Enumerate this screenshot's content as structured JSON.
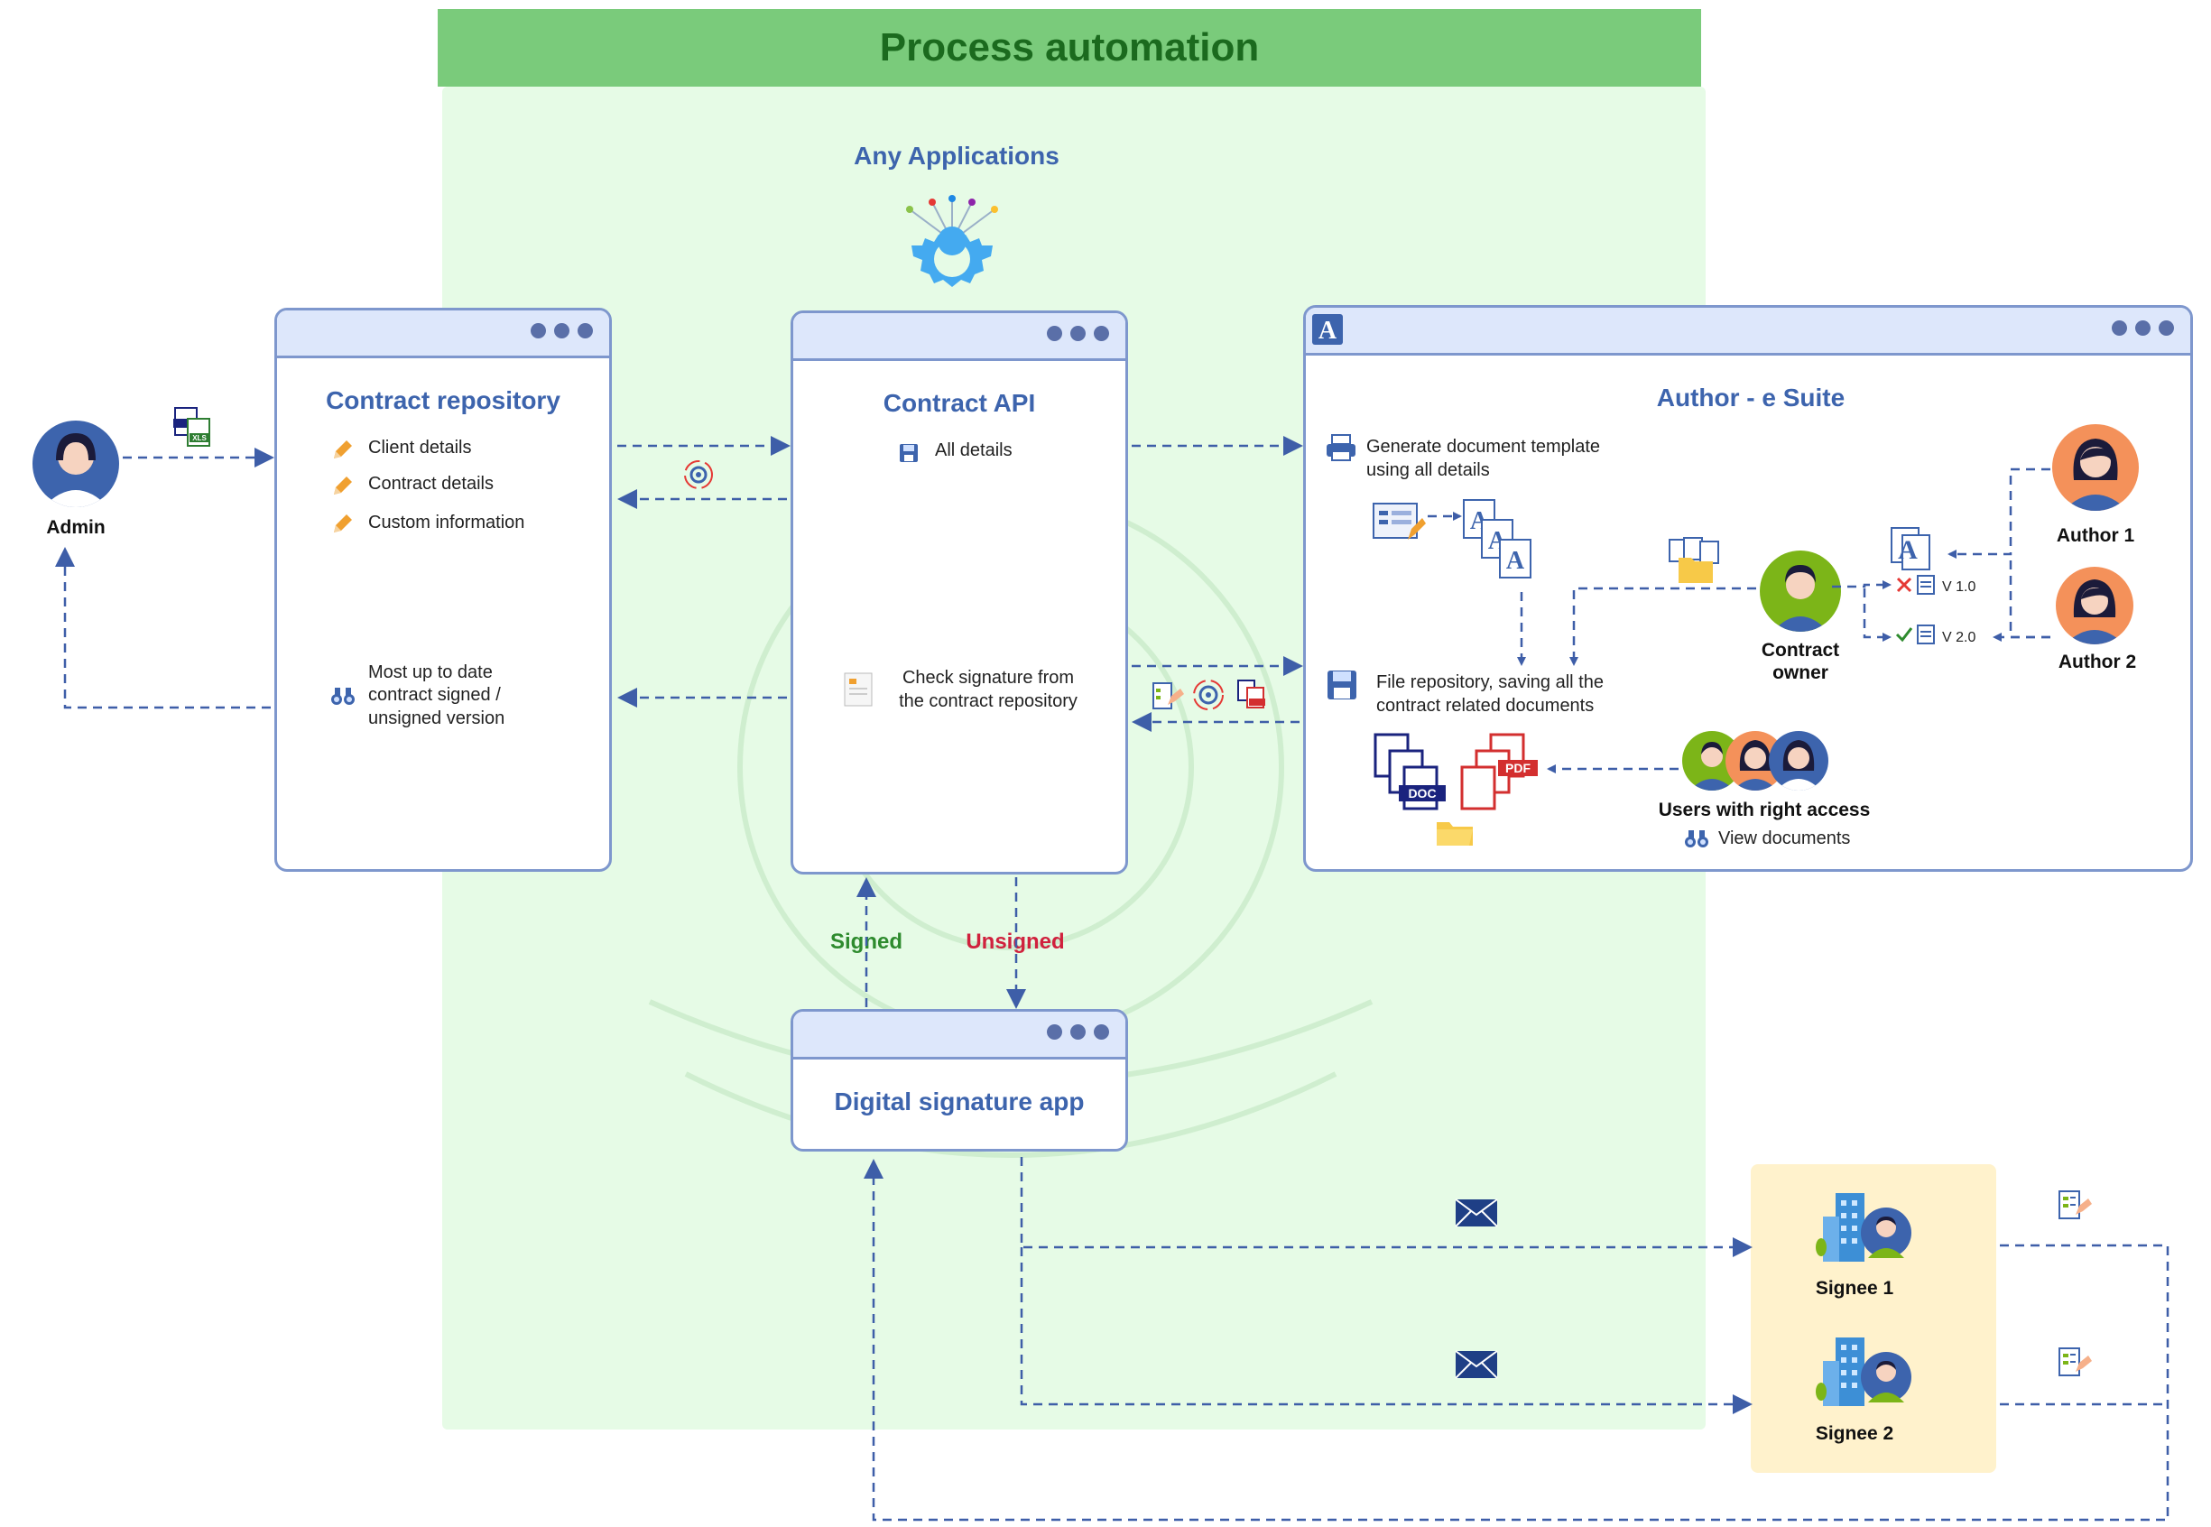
{
  "banner": {
    "title": "Process automation"
  },
  "any_apps": {
    "label": "Any Applications"
  },
  "admin": {
    "label": "Admin"
  },
  "contract_repository": {
    "title": "Contract repository",
    "items": [
      "Client details",
      "Contract details",
      "Custom information"
    ],
    "status_line1": "Most up to date",
    "status_line2": "contract signed /",
    "status_line3": "unsigned version"
  },
  "contract_api": {
    "title": "Contract API",
    "all_details": "All details",
    "check_line1": "Check signature from",
    "check_line2": "the contract repository"
  },
  "author_suite": {
    "title": "Author - e Suite",
    "generate_line1": "Generate document template",
    "generate_line2": "using all details",
    "repo_line1": "File repository, saving all the",
    "repo_line2": "contract related documents",
    "contract_owner_line1": "Contract",
    "contract_owner_line2": "owner",
    "author1": "Author 1",
    "author2": "Author 2",
    "v1": "V 1.0",
    "v2": "V 2.0",
    "users_label": "Users with right access",
    "view_docs": "View documents",
    "doc_label": "DOC",
    "pdf_label": "PDF",
    "xls_label": "XLS"
  },
  "signature_app": {
    "title": "Digital signature app"
  },
  "flow_labels": {
    "signed": "Signed",
    "unsigned": "Unsigned"
  },
  "signees": {
    "signee1": "Signee 1",
    "signee2": "Signee 2"
  },
  "colors": {
    "banner": "#7acb7b",
    "banner_text": "#1b6a1e",
    "background_area": "#e6fbe6",
    "window_border": "#7e97cd",
    "titlebar": "#dde7fb",
    "title_blue": "#3d64ad",
    "arrow": "#3e5ea8",
    "signed": "#2e8b2e",
    "unsigned": "#d0213d",
    "signee_box": "#fff2cc"
  }
}
